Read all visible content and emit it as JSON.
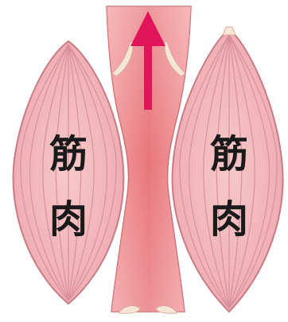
{
  "labels": {
    "left_muscle": [
      "筋",
      "肉"
    ],
    "right_muscle": [
      "筋",
      "肉"
    ]
  },
  "colors": {
    "muscle_fill": "#f1b6b9",
    "muscle_stroke": "#c97c84",
    "muscle_fiber": "#d8929a",
    "vein_fill": "#ef8f90",
    "vein_center": "#e36a70",
    "valve_fill": "#f7e6d4",
    "arrow": "#e0155a",
    "label_text": "#1a1a1a"
  },
  "icons": {
    "flow_direction": "arrow-up-icon"
  }
}
